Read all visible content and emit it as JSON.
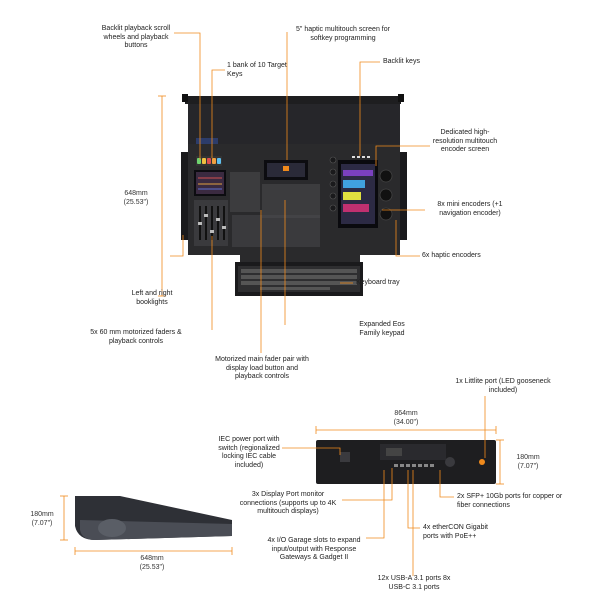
{
  "top_view": {
    "callouts": {
      "scroll_wheels": "Backlit playback scroll wheels and playback buttons",
      "haptic_screen": "5\" haptic multitouch screen for softkey programming",
      "target_keys": "1 bank of 10 Target Keys",
      "backlit_keys": "Backlit keys",
      "encoder_screen": "Dedicated high-resolution multitouch encoder screen",
      "mini_encoders": "8x mini encoders (+1 navigation encoder)",
      "haptic_encoders": "6x haptic encoders",
      "booklights": "Left and right booklights",
      "keyboard_tray": "Keyboard tray",
      "motorized_faders": "5x 60 mm motorized faders & playback controls",
      "eos_keypad": "Expanded Eos Family keypad",
      "main_fader": "Motorized main fader pair with display load button and playback controls"
    },
    "depth_label": "648mm (25.53\")"
  },
  "rear_view": {
    "callouts": {
      "littlite": "1x Littlite port (LED gooseneck included)",
      "iec_power": "IEC power port with switch (regionalized locking IEC cable included)",
      "display_port": "3x Display Port monitor connections (supports up to 4K multitouch displays)",
      "sfp": "2x SFP+ 10Gb ports for copper or fiber connections",
      "ethercon": "4x etherCON Gigabit ports with PoE++",
      "io_garage": "4x I/O Garage slots to expand input/output with Response Gateways & Gadget II",
      "usb": "12x USB-A 3.1 ports 8x USB-C 3.1 ports"
    },
    "width_label": "864mm (34.00\")",
    "height_label": "180mm (7.07\")"
  },
  "side_view": {
    "height_label": "180mm (7.07\")",
    "depth_label": "648mm (25.53\")"
  },
  "colors": {
    "callout_line": "#f08a1c",
    "dimension_line": "#f08a1c",
    "console_body": "#2a2a2c"
  }
}
